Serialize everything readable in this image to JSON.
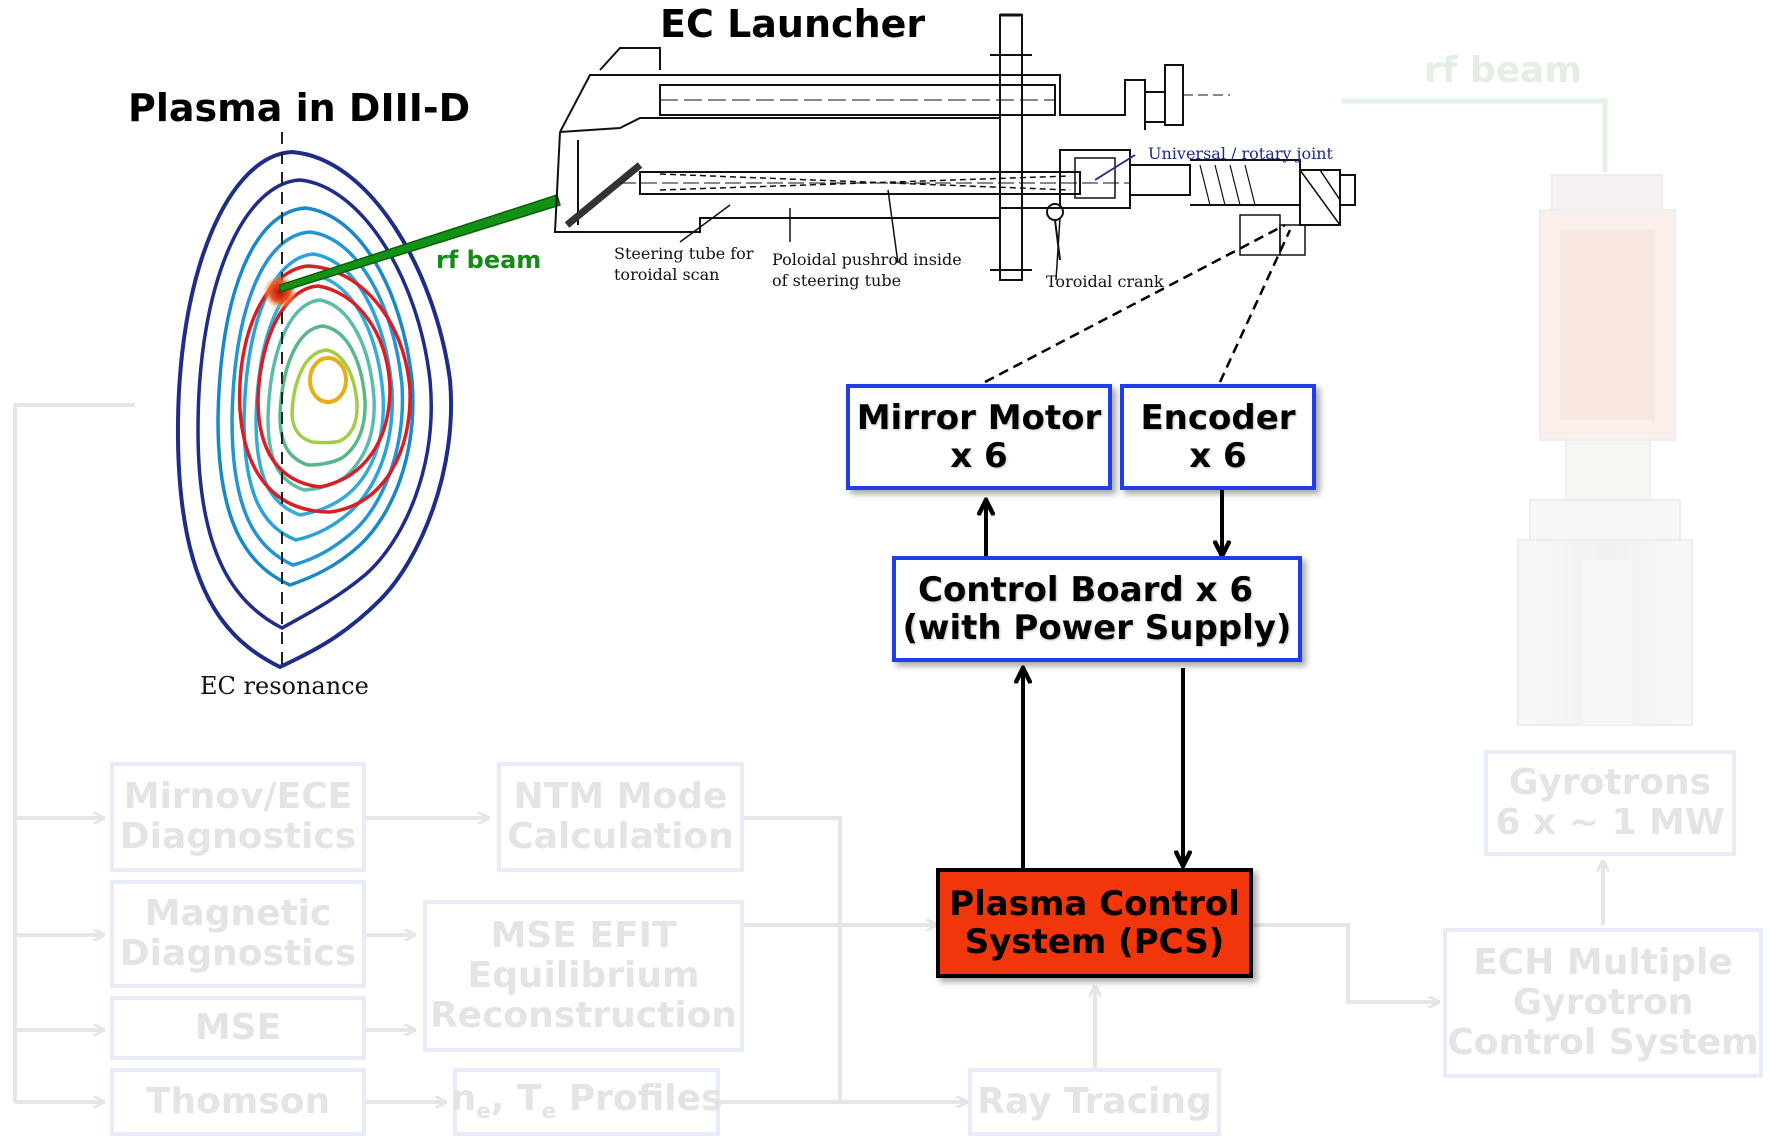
{
  "titles": {
    "launcher": "EC Launcher",
    "plasma": "Plasma in DIII-D"
  },
  "labels": {
    "rf_beam": "rf beam",
    "rf_beam_gyrotron": "rf beam",
    "ec_resonance": "EC resonance",
    "universal_joint": "Universal / rotary joint",
    "steering_tube_1": "Steering tube for",
    "steering_tube_2": "toroidal scan",
    "pushrod_1": "Poloidal pushrod inside",
    "pushrod_2": "of steering tube",
    "toroidal_crank": "Toroidal crank"
  },
  "boxes": {
    "mirror_motor": [
      "Mirror Motor",
      "x 6"
    ],
    "encoder": [
      "Encoder",
      "x 6"
    ],
    "control_board": [
      "Control Board x 6",
      "(with Power Supply)"
    ],
    "pcs": [
      "Plasma Control",
      "System (PCS)"
    ],
    "mirnov": [
      "Mirnov/ECE",
      "Diagnostics"
    ],
    "ntm": [
      "NTM Mode",
      "Calculation"
    ],
    "magnetic": [
      "Magnetic",
      "Diagnostics"
    ],
    "mse_efit": [
      "MSE EFIT",
      "Equilibrium",
      "Reconstruction"
    ],
    "mse": "MSE",
    "thomson": "Thomson",
    "profiles_n": "n",
    "profiles_n_sub": "e",
    "profiles_sep": ", T",
    "profiles_t_sub": "e",
    "profiles_rest": " Profiles",
    "ray_tracing": "Ray Tracing",
    "gyrotrons": [
      "Gyrotrons",
      "6 x ~ 1 MW"
    ],
    "ech": [
      "ECH Multiple",
      "Gyrotron",
      "Control System"
    ]
  },
  "colors": {
    "box_border": "#1f3ee8",
    "pcs_fill": "#f0360a",
    "rf_beam": "#168a17",
    "faded_border": "#e8ebf8",
    "faded_text": "#e4e4e4"
  }
}
